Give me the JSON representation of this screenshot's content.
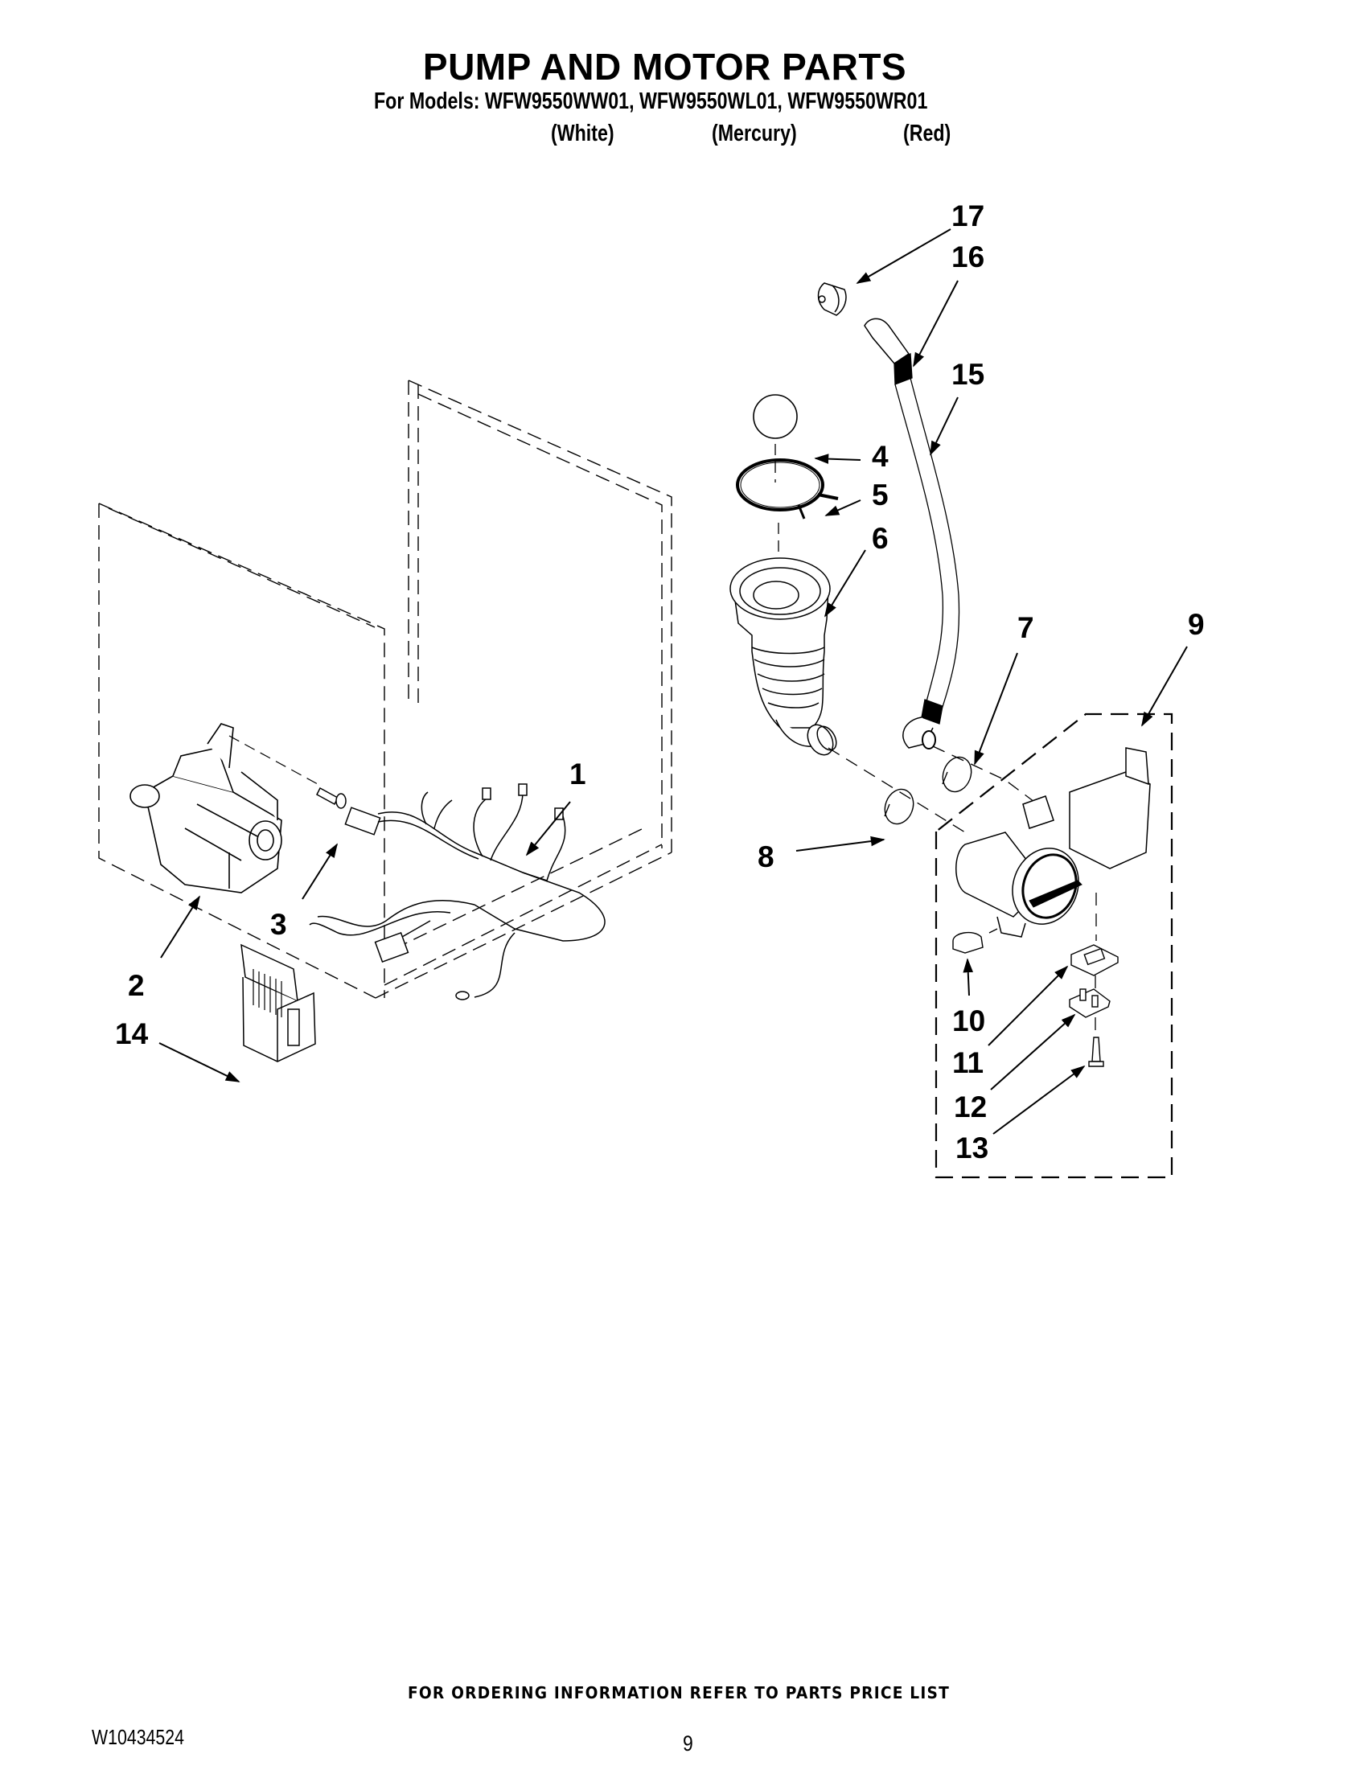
{
  "header": {
    "title": "PUMP AND MOTOR PARTS",
    "models_line": "For Models: WFW9550WW01, WFW9550WL01, WFW9550WR01",
    "color_variants": [
      "(White)",
      "(Mercury)",
      "(Red)"
    ]
  },
  "diagram": {
    "callouts": [
      {
        "id": "1",
        "label": "1"
      },
      {
        "id": "2",
        "label": "2"
      },
      {
        "id": "3",
        "label": "3"
      },
      {
        "id": "4",
        "label": "4"
      },
      {
        "id": "5",
        "label": "5"
      },
      {
        "id": "6",
        "label": "6"
      },
      {
        "id": "7",
        "label": "7"
      },
      {
        "id": "8",
        "label": "8"
      },
      {
        "id": "9",
        "label": "9"
      },
      {
        "id": "10",
        "label": "10"
      },
      {
        "id": "11",
        "label": "11"
      },
      {
        "id": "12",
        "label": "12"
      },
      {
        "id": "13",
        "label": "13"
      },
      {
        "id": "14",
        "label": "14"
      },
      {
        "id": "15",
        "label": "15"
      },
      {
        "id": "16",
        "label": "16"
      },
      {
        "id": "17",
        "label": "17"
      }
    ]
  },
  "footer": {
    "ordering_note": "FOR ORDERING INFORMATION REFER TO PARTS PRICE LIST",
    "document_number": "W10434524",
    "page_number": "9"
  }
}
